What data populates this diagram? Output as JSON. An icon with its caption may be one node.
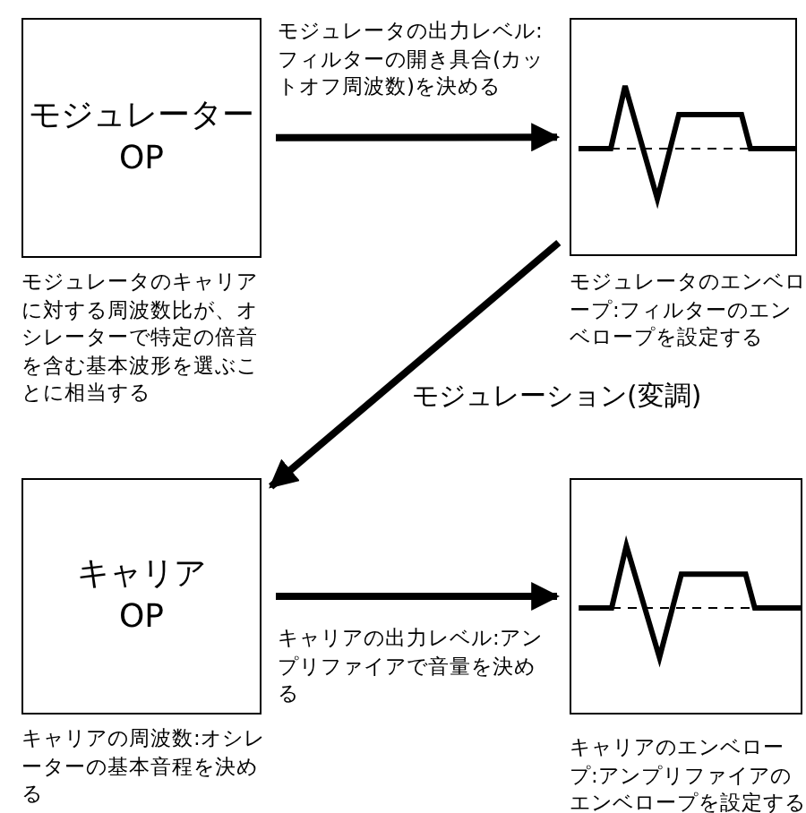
{
  "diagram": {
    "nodes": [
      {
        "text": [
          "モジュレーター OP"
        ],
        "beside": [
          "モジュレータのキャリアに対する周波数比が、オシレーターで特定の倍音を含む基本波形を選ぶことに相当する"
        ]
      },
      {
        "text": [],
        "shape": "picture",
        "beside": [
          "モジュレータのエンベロープ:フィルターのエンベロープを設定する"
        ]
      },
      {
        "text": [
          "キャリア OP"
        ],
        "beside": [
          "キャリアの周波数:オシレーターの基本音程を決める"
        ]
      },
      {
        "text": [],
        "shape": "picture",
        "beside": [
          "キャリアのエンベロープ:アンプリファイアのエンベロープを設定する"
        ]
      }
    ],
    "edges": [
      {
        "from": 0,
        "to": 1,
        "arrow": "to",
        "label": "モジュレータの出力レベル:フィルターの開き具合(カットオフ周波数)を決める"
      },
      {
        "from": 1,
        "to": 2,
        "arrow": "to",
        "label": "モジュレーション(変調)"
      },
      {
        "from": 2,
        "to": 3,
        "arrow": "to",
        "label": "キャリアの出力レベル:アンプリファイアで音量を決める"
      }
    ]
  }
}
